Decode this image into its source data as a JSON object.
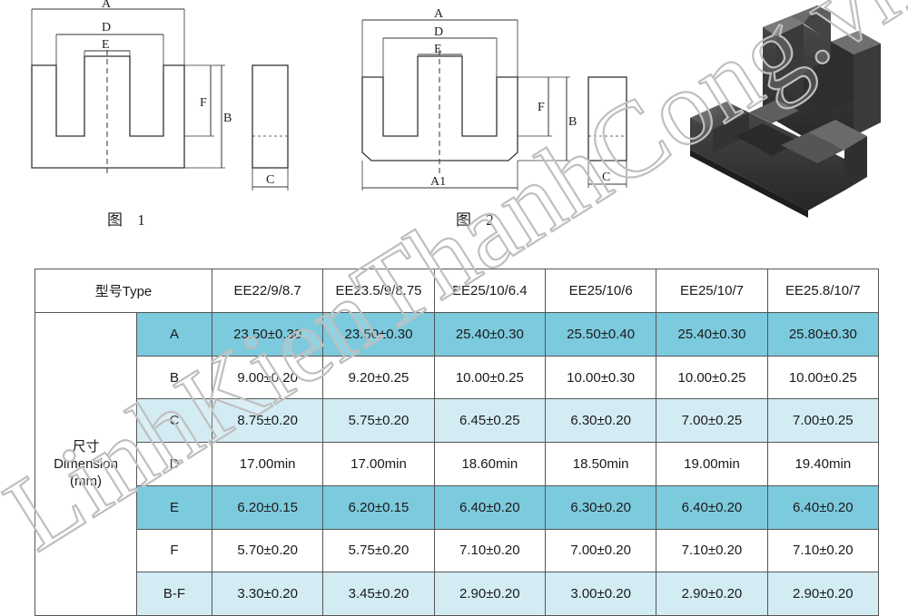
{
  "figure1": {
    "labels": {
      "a": "A",
      "d": "D",
      "e": "E",
      "f": "F",
      "b": "B",
      "c": "C"
    },
    "caption": "图 1"
  },
  "figure2": {
    "labels": {
      "a": "A",
      "d": "D",
      "e": "E",
      "f": "F",
      "b": "B",
      "c": "C",
      "a1": "A1"
    },
    "caption": "图 2"
  },
  "photo": {
    "alt": ""
  },
  "table": {
    "header_label": "型号Type",
    "types": [
      "EE22/9/8.7",
      "EE23.5/9/8.75",
      "EE25/10/6.4",
      "EE25/10/6",
      "EE25/10/7",
      "EE25.8/10/7"
    ],
    "dimension_label": [
      "尺寸",
      "Dimension",
      "(mm)"
    ],
    "rows": [
      {
        "param": "A",
        "values": [
          "23.50±0.30",
          "23.50±0.30",
          "25.40±0.30",
          "25.50±0.40",
          "25.40±0.30",
          "25.80±0.30"
        ]
      },
      {
        "param": "B",
        "values": [
          "9.00±0.20",
          "9.20±0.25",
          "10.00±0.25",
          "10.00±0.30",
          "10.00±0.25",
          "10.00±0.25"
        ]
      },
      {
        "param": "C",
        "values": [
          "8.75±0.20",
          "5.75±0.20",
          "6.45±0.25",
          "6.30±0.20",
          "7.00±0.25",
          "7.00±0.25"
        ]
      },
      {
        "param": "D",
        "values": [
          "17.00min",
          "17.00min",
          "18.60min",
          "18.50min",
          "19.00min",
          "19.40min"
        ]
      },
      {
        "param": "E",
        "values": [
          "6.20±0.15",
          "6.20±0.15",
          "6.40±0.20",
          "6.30±0.20",
          "6.40±0.20",
          "6.40±0.20"
        ]
      },
      {
        "param": "F",
        "values": [
          "5.70±0.20",
          "5.75±0.20",
          "7.10±0.20",
          "7.00±0.20",
          "7.10±0.20",
          "7.10±0.20"
        ]
      },
      {
        "param": "B-F",
        "values": [
          "3.30±0.20",
          "3.45±0.20",
          "2.90±0.20",
          "3.00±0.20",
          "2.90±0.20",
          "2.90±0.20"
        ]
      }
    ]
  },
  "watermark": "LinhKienThanhCong.vn",
  "colors": {
    "row_dark": "#7ccadd",
    "row_light": "#d3ecf4",
    "border": "#555555"
  }
}
